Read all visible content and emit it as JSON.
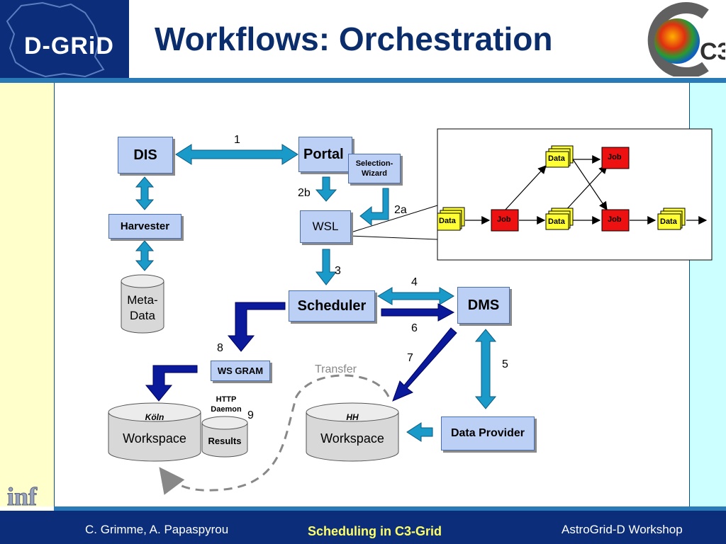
{
  "slide": {
    "title": "Workflows: Orchestration",
    "header_logo_left": "D-GRiD",
    "header_logo_right": "C3",
    "corner_logo": "inf"
  },
  "footer": {
    "left": "C. Grimme, A. Papaspyrou",
    "center": "Scheduling in C3-Grid",
    "right": "AstroGrid-D Workshop"
  },
  "diagram": {
    "nodes": {
      "dis": "DIS",
      "portal": "Portal",
      "selection_wizard": "Selection-\nWizard",
      "harvester": "Harvester",
      "wsl": "WSL",
      "meta_data": "Meta-\nData",
      "scheduler": "Scheduler",
      "dms": "DMS",
      "ws_gram": "WS GRAM",
      "http_daemon": "HTTP\nDaemon",
      "results": "Results",
      "koeln_workspace_title": "Köln",
      "koeln_workspace_label": "Workspace",
      "hh_workspace_title": "HH",
      "hh_workspace_label": "Workspace",
      "data_provider": "Data Provider"
    },
    "step_labels": {
      "s1": "1",
      "s2a": "2a",
      "s2b": "2b",
      "s3": "3",
      "s4": "4",
      "s5": "5",
      "s6": "6",
      "s7": "7",
      "s8": "8",
      "s9": "9",
      "transfer": "Transfer"
    },
    "workflow_inset": {
      "data_label": "Data",
      "job_label": "Job"
    }
  },
  "colors": {
    "header_blue": "#0b2d7a",
    "title_blue": "#0b2d6b",
    "box_fill": "#bcd0f6",
    "arrow_cyan": "#1a9ac8",
    "arrow_navy": "#0a1a9a",
    "job_red": "#ee1111",
    "data_yellow": "#ffff33",
    "left_band": "#ffffcc",
    "right_band": "#ccffff",
    "footer_accent": "#ffff66"
  }
}
